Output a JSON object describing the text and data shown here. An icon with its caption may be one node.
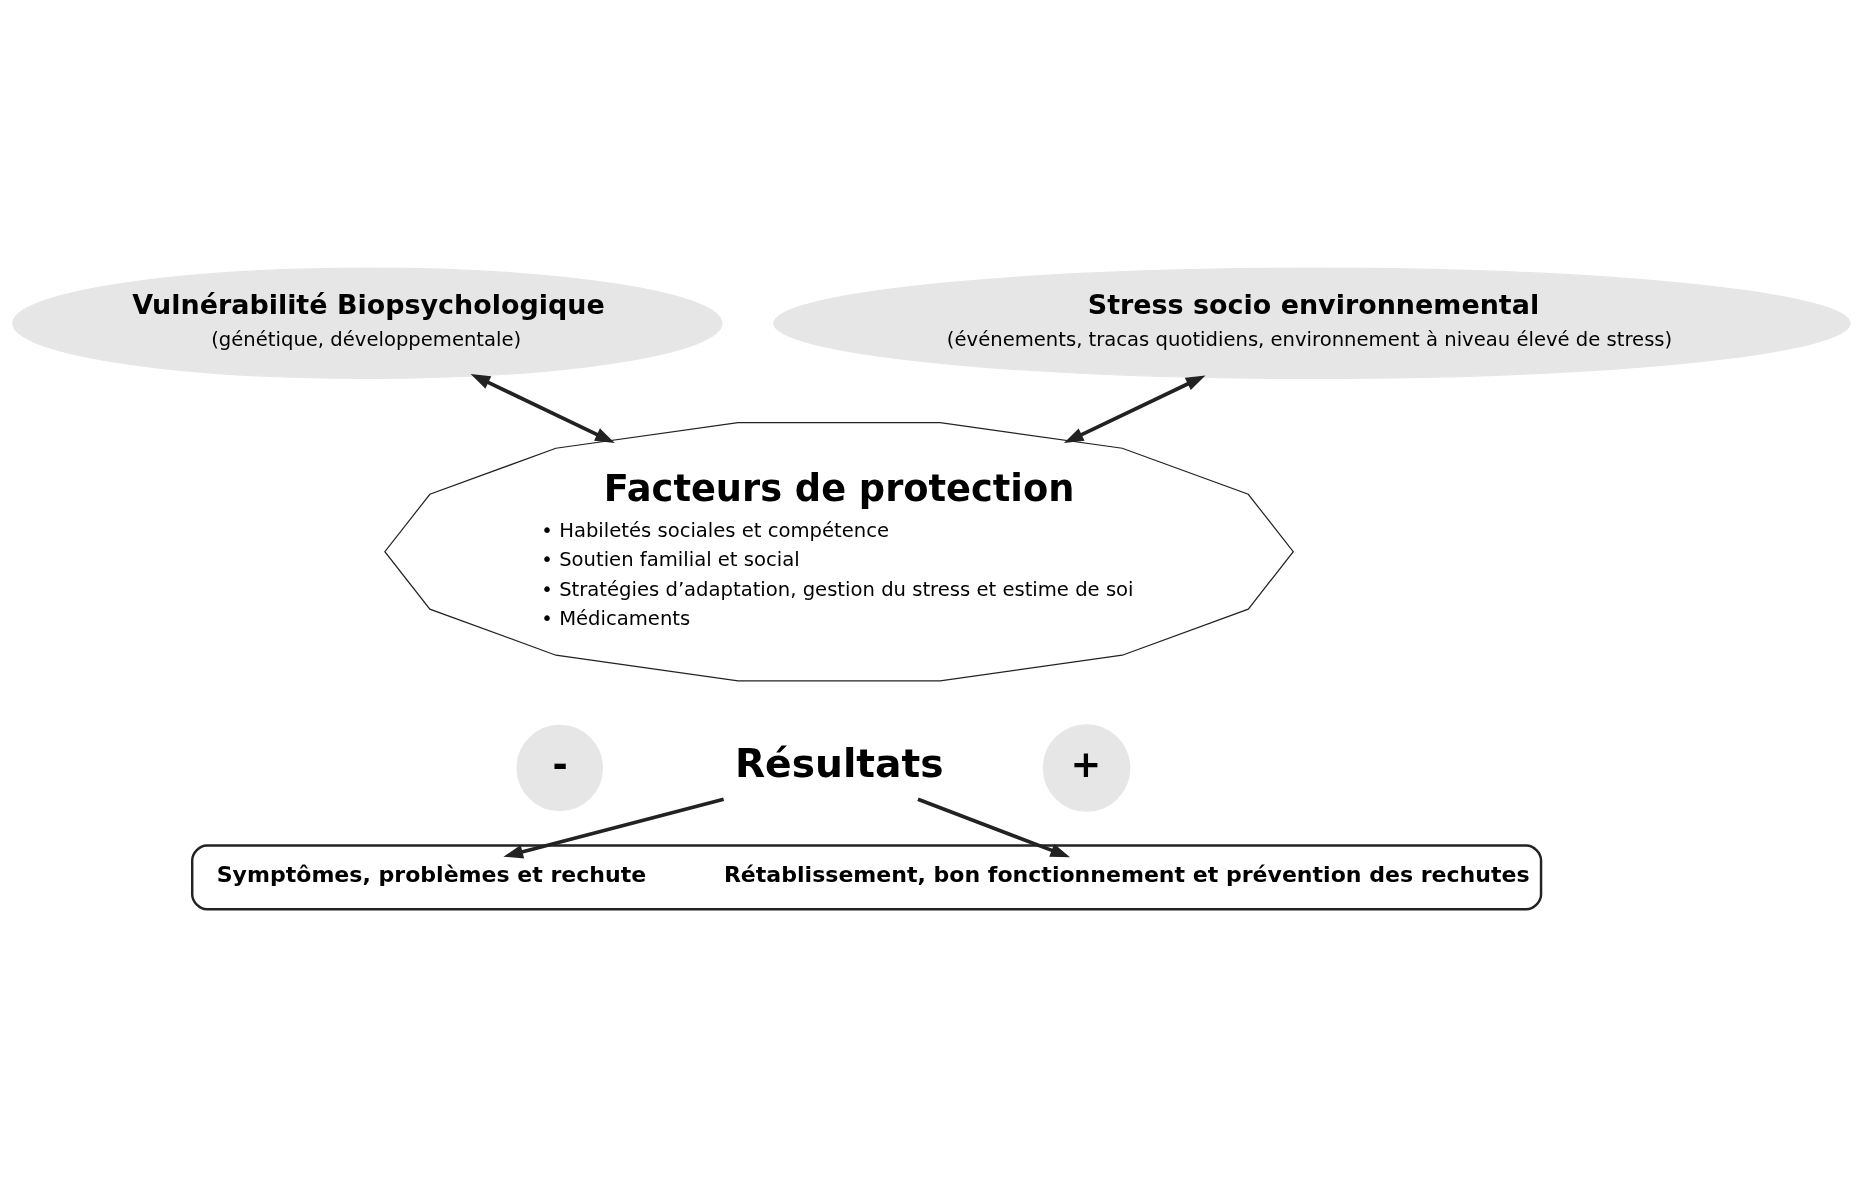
{
  "diagram": {
    "nodes": [
      {
        "text": [
          "Vulnérabilité Biopsychologique",
          "(génétique, développementale)"
        ]
      },
      {
        "text": [
          "Stress socio environnemental",
          "(événements, tracas quotidiens, environnement à niveau élevé de stress)"
        ]
      },
      {
        "text": [
          "Facteurs de protection",
          "• Habiletés sociales et compétence",
          "• Soutien familial et social",
          "• Stratégies d’adaptation, gestion du stress et estime de soi",
          "• Médicaments"
        ]
      },
      {
        "text": [
          "Résultats"
        ]
      },
      {
        "text": [
          "-"
        ]
      },
      {
        "text": [
          "+"
        ]
      },
      {
        "text": [],
        "shape": "box"
      },
      {
        "text": [
          "Symptômes, problèmes et rechute"
        ],
        "in": 6
      },
      {
        "text": [
          "Rétablissement, bon fonctionnement et prévention des rechutes"
        ],
        "in": 6
      }
    ],
    "edges": [
      {
        "from": 0,
        "to": 2,
        "arrow": "both"
      },
      {
        "from": 1,
        "to": 2,
        "arrow": "both"
      },
      {
        "from": 3,
        "to": 7,
        "arrow": "to"
      },
      {
        "from": 3,
        "to": 8,
        "arrow": "to"
      }
    ]
  }
}
